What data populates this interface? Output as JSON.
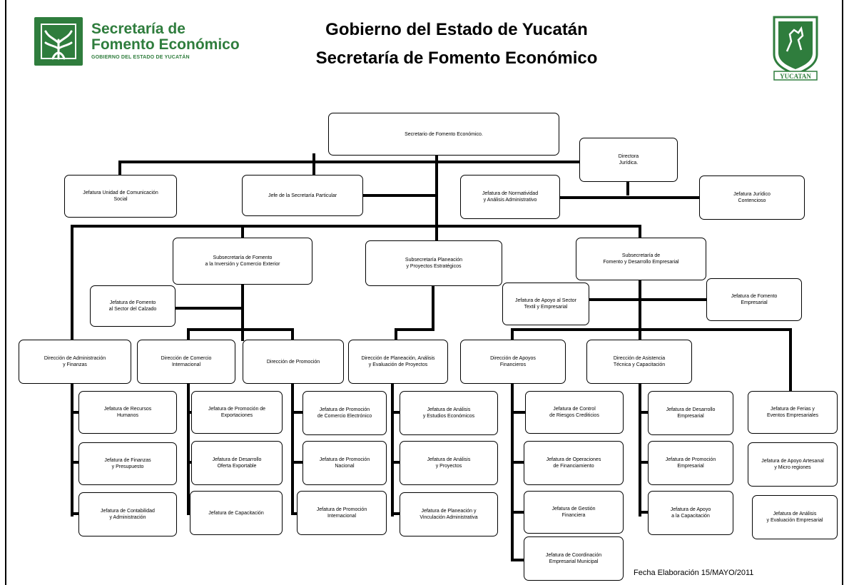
{
  "header": {
    "brand_line1": "Secretaría de",
    "brand_line2": "Fomento Económico",
    "brand_line3": "GOBIERNO DEL ESTADO DE YUCATÁN",
    "title_line1": "Gobierno del Estado de Yucatán",
    "title_line2": "Secretaría de Fomento Económico",
    "seal_label": "YUCATAN"
  },
  "chart": {
    "secretario": "Secretario de Fomento Económico.",
    "directora_juridica": "Directora\nJurídica.",
    "jef_comunicacion": "Jefatura Unidad de Comunicación\nSocial",
    "jefe_secretaria": "Jefe  de la Secretaría Particular",
    "jef_normatividad": "Jefatura de Normatividad\ny Análisis  Administrativo",
    "jef_juridico": "Jefatura Jurídico\nContencioso",
    "sub_inversion": "Subsecretaría de Fomento\na la Inversión y Comercio Exterior",
    "sub_planeacion": "Subsecretaría  Planeación\ny Proyectos Estratégicos",
    "sub_empresarial": "Subsecretaría de\nFomento y Desarrollo Empresarial",
    "jef_calzado": "Jefatura de Fomento\nal Sector del Calzado",
    "jef_textil": "Jefatura de Apoyo al Sector\nTextil y Empresarial",
    "jef_fomento_emp": "Jefatura de Fomento\nEmpresarial",
    "dir_admin": "Dirección de Administración\ny Finanzas",
    "dir_comercio": "Dirección de Comercio\nInternacional",
    "dir_promocion": "Dirección de Promoción",
    "dir_planeacion": "Dirección de Planeación, Análisis\ny Evaluación de Proyectos",
    "dir_apoyos": "Dirección de Apoyos\nFinancieros",
    "dir_asistencia": "Dirección de Asistencia\nTécnica y Capacitación",
    "jef_rrhh": "Jefatura de Recursos\nHumanos",
    "jef_finanzas": "Jefatura de Finanzas\ny Presupuesto",
    "jef_contabilidad": "Jefatura de Contabilidad\ny Administración",
    "jef_exportaciones": "Jefatura de Promoción de\nExportaciones",
    "jef_oferta": "Jefatura de Desarrollo\nOferta Exportable",
    "jef_capacitacion": "Jefatura de Capacitación",
    "jef_comercio_elec": "Jefatura de Promoción\nde Comercio Electrónico",
    "jef_prom_nacional": "Jefatura de Promoción\nNacional",
    "jef_prom_internacional": "Jefatura de Promoción\nInternacional",
    "jef_estudios": "Jefatura de Análisis\ny Estudios Económicos",
    "jef_proyectos": "Jefatura de Análisis\ny Proyectos",
    "jef_vinculacion": "Jefatura de Planeación y\nVinculación Administrativa",
    "jef_riesgos": "Jefatura de Control\nde Riesgos Crediticios",
    "jef_operaciones": "Jefatura de Operaciones\nde Financiamiento",
    "jef_gestion": "Jefatura de Gestión\nFinanciera",
    "jef_coordinacion": "Jefatura de Coordinación\nEmpresarial Municipal",
    "jef_desarrollo_emp": "Jefatura de Desarrollo\nEmpresarial",
    "jef_promocion_emp": "Jefatura de Promoción\nEmpresarial",
    "jef_apoyo_cap": "Jefatura de Apoyo\na la Capacitación",
    "jef_ferias": "Jefatura de Ferias y\nEventos Empresariales",
    "jef_artesanal": "Jefatura de Apoyo Artesanal\ny     Micro regiones",
    "jef_evaluacion": "Jefatura de Análisis\ny Evaluación  Empresarial"
  },
  "footer": {
    "fecha": "Fecha Elaboración 15/MAYO/2011"
  },
  "colors": {
    "brand_green": "#2f7d3d",
    "line": "#000000"
  }
}
